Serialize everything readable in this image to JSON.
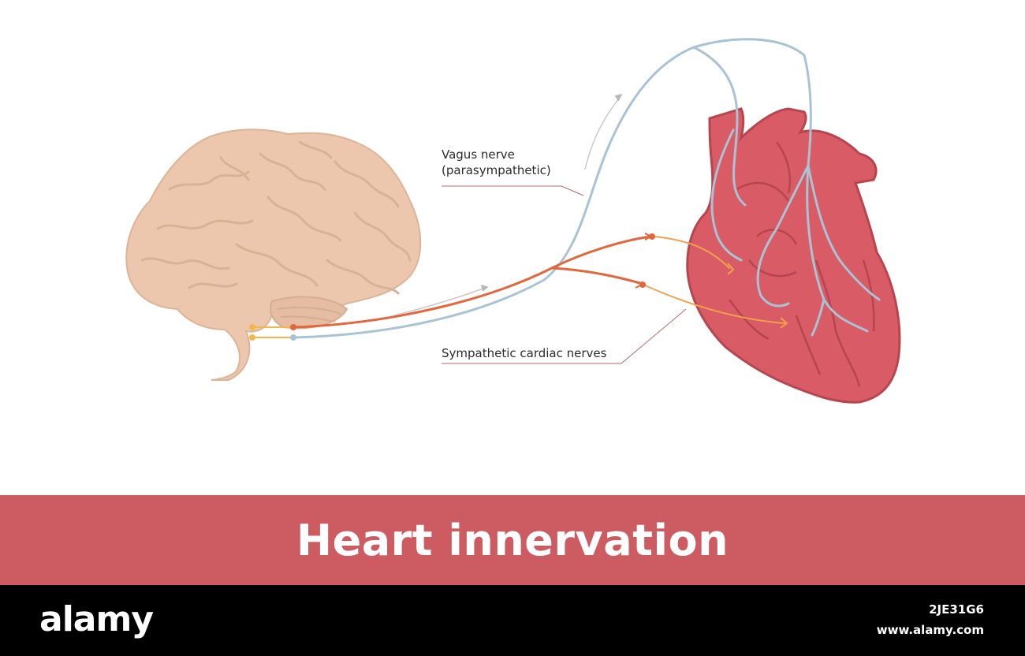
{
  "labels": {
    "vagus_line1": "Vagus nerve",
    "vagus_line2": "(parasympathetic)",
    "sympathetic": "Sympathetic cardiac nerves"
  },
  "title": "Heart innervation",
  "footer": {
    "logo": "alamy",
    "image_id": "2JE31G6",
    "url": "www.alamy.com"
  },
  "colors": {
    "title_band": "#cd5c62",
    "brain": "#ecc7ad",
    "heart": "#d95b66",
    "vagus_nerve": "#a9c3d4",
    "sympathetic_nerve": "#e2673d"
  }
}
